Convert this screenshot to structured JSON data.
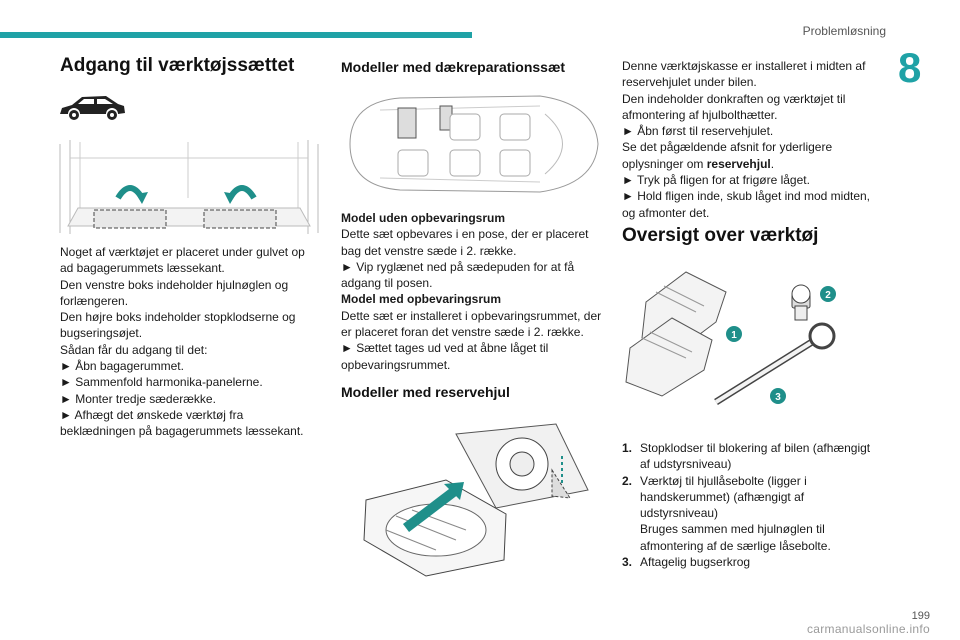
{
  "header": {
    "chapter_title": "Problemløsning",
    "chapter_number": "8"
  },
  "footer": {
    "page_number": "199",
    "watermark": "carmanualsonline.info"
  },
  "col1": {
    "title": "Adgang til værktøjssættet",
    "lines": [
      "Noget af værktøjet er placeret under gulvet op",
      "ad bagagerummets læssekant.",
      "Den venstre boks indeholder hjulnøglen og",
      "forlængeren.",
      "Den højre boks indeholder stopklodserne og",
      "bugseringsøjet.",
      "Sådan får du adgang til det:",
      "► Åbn bagagerummet.",
      "► Sammenfold harmonika-panelerne.",
      "► Monter tredje sæderække.",
      "► Afhægt det ønskede værktøj fra",
      "beklædningen på bagagerummets læssekant."
    ]
  },
  "col2": {
    "title1": "Modeller med dækreparationssæt",
    "sub1": "Model uden opbevaringsrum",
    "lines1": [
      "Dette sæt opbevares i en pose, der er placeret",
      "bag det venstre sæde i 2. række.",
      "► Vip ryglænet ned på sædepuden for at få",
      "adgang til posen."
    ],
    "sub2": "Model med opbevaringsrum",
    "lines2": [
      "Dette sæt er installeret i opbevaringsrummet, der",
      "er placeret foran det venstre sæde i 2. række.",
      "► Sættet tages ud ved at åbne låget til",
      "opbevaringsrummet."
    ],
    "title2": "Modeller med reservehjul"
  },
  "col3": {
    "lines_a": [
      "Denne værktøjskasse er installeret i midten af",
      "reservehjulet under bilen.",
      "Den indeholder donkraften og værktøjet til",
      "afmontering af hjulbolthætter.",
      "► Åbn først til reservehjulet."
    ],
    "ref_prefix": "Se det pågældende afsnit for yderligere",
    "ref_line2_prefix": "oplysninger om ",
    "ref_bold": "reservehjul",
    "ref_suffix": ".",
    "lines_b": [
      "► Tryk på fligen for at frigøre låget.",
      "► Hold fligen inde, skub låget ind mod midten,",
      "og afmonter det."
    ],
    "title": "Oversigt over værktøj",
    "callouts": [
      "1",
      "2",
      "3"
    ],
    "items": [
      {
        "num": "1.",
        "lines": [
          "Stopklodser til blokering af bilen (afhængigt",
          "af udstyrsniveau)"
        ]
      },
      {
        "num": "2.",
        "lines": [
          "Værktøj til hjullåsebolte (ligger i",
          "handskerummet) (afhængigt af",
          "udstyrsniveau)",
          "Bruges sammen med hjulnøglen til",
          "afmontering af de særlige låsebolte."
        ]
      },
      {
        "num": "3.",
        "lines": [
          "Aftagelig bugserkrog"
        ]
      }
    ]
  },
  "colors": {
    "accent": "#1fa2a6",
    "arrow": "#1f8f8a"
  }
}
